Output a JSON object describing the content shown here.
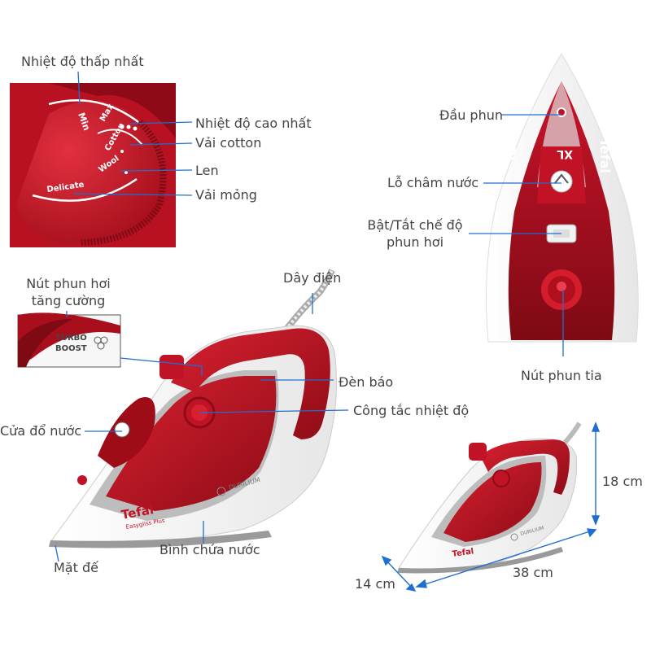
{
  "labels": {
    "temp_min": "Nhiệt độ thấp nhất",
    "temp_max": "Nhiệt độ cao nhất",
    "cotton": "Vải cotton",
    "wool": "Len",
    "delicate": "Vải mỏng",
    "nozzle": "Đầu phun",
    "fill_hole": "Lỗ châm nước",
    "steam_toggle_line1": "Bật/Tắt chế độ",
    "steam_toggle_line2": "phun hơi",
    "spray_button": "Nút phun tia",
    "turbo_line1": "Nút phun hơi",
    "turbo_line2": "tăng cường",
    "cord": "Dây điện",
    "indicator_light": "Đèn báo",
    "temp_switch": "Công tắc nhiệt độ",
    "water_door": "Cửa đổ nước",
    "tank": "Bình chứa nước",
    "soleplate": "Mặt đế"
  },
  "dimensions": {
    "height": "18 cm",
    "length": "38 cm",
    "width": "14 cm"
  },
  "dial": {
    "min": "Min",
    "max": "Max",
    "cotton": "Cotton",
    "wool": "Wool",
    "delicate": "Delicate"
  },
  "turbo_text": {
    "line1": "TURBO",
    "line2": "BOOST"
  },
  "brand": {
    "name": "Tefal",
    "model": "Easygliss Plus",
    "soleplate_tech": "DURILIUM",
    "tank_capacity": "XL"
  },
  "colors": {
    "iron_red": "#b5101e",
    "iron_dark_red": "#7e0a14",
    "iron_white": "#f4f4f4",
    "iron_gray": "#b9b9b9",
    "leader_line": "#1e6fd0",
    "text": "#444444"
  }
}
